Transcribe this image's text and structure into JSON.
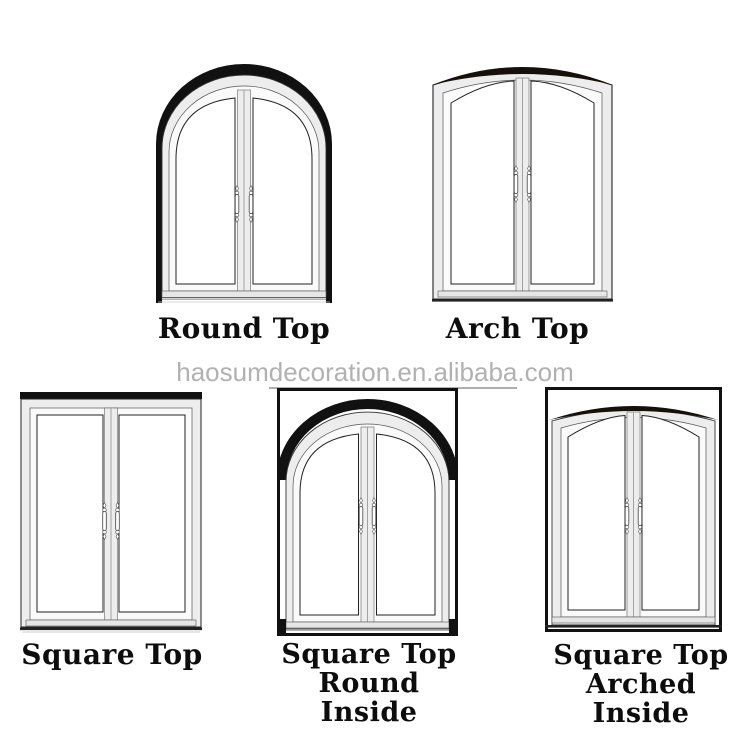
{
  "page": {
    "background_color": "#ffffff",
    "type": "door-style-catalog-diagram"
  },
  "watermark": {
    "full_text": "haosumdecoration.en.alibaba.com",
    "prefix": "haosum",
    "underlined": "decoration.en.alibaba",
    "suffix": ".com",
    "color": "#b1b1b1"
  },
  "doors": [
    {
      "id": "round-top",
      "label": "Round Top"
    },
    {
      "id": "arch-top",
      "label": "Arch Top"
    },
    {
      "id": "square-top",
      "label": "Square Top"
    },
    {
      "id": "square-top-round-inside",
      "label_line1": "Square Top",
      "label_line2": "Round Inside"
    },
    {
      "id": "square-top-arched-inside",
      "label_line1": "Square Top",
      "label_line2": "Arched Inside"
    }
  ],
  "colors": {
    "outline_black": "#111111",
    "frame_gray": "#ededed",
    "glass_white": "#ffffff",
    "label_black": "#0d0d0d",
    "watermark_gray": "#b1b1b1"
  }
}
